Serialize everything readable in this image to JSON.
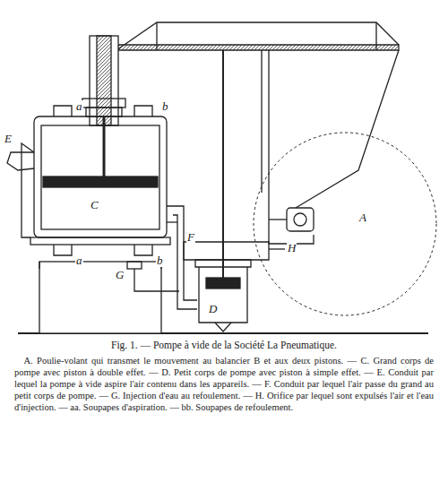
{
  "diagram": {
    "title": "Fig. 1. — Pompe à vide de la Société La Pneumatique.",
    "caption": "A. Poulie-volant qui transmet le mouvement au balancier B et aux deux pistons. — C. Grand corps de pompe avec piston à double effet. — D. Petit corps de pompe avec piston à simple effet. — E. Conduit par lequel la pompe à vide aspire l'air contenu dans les appareils. — F. Conduit par lequel l'air passe du grand au petit corps de pompe. — G. Injection d'eau au refoulement. — H. Orifice par lequel sont expulsés l'air et l'eau d'injection. — aa. Soupapes d'aspiration. — bb. Soupapes de refoulement.",
    "labels": [
      "E",
      "C",
      "A",
      "F",
      "G",
      "D",
      "H",
      "a",
      "a",
      "b",
      "b"
    ]
  }
}
